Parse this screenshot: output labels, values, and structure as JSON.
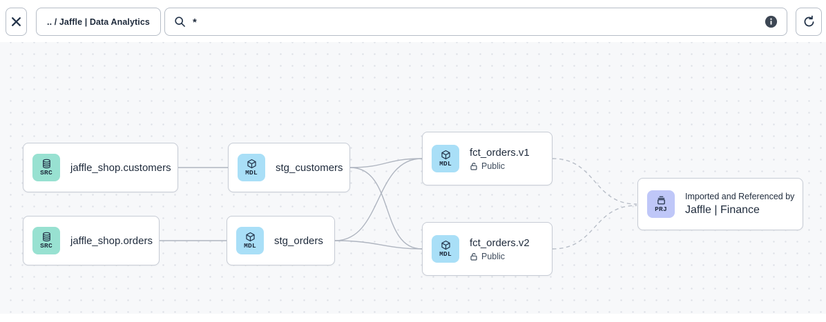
{
  "toolbar": {
    "close_icon": "x-icon",
    "breadcrumb": ".. / Jaffle | Data Analytics",
    "search": {
      "icon": "magnifier-icon",
      "value": "*",
      "info_icon": "info-icon"
    },
    "refresh_icon": "refresh-icon"
  },
  "colors": {
    "canvas_bg": "#f7f8fa",
    "canvas_dot": "#dee1e7",
    "node_border": "#c7ccd5",
    "badge_source": "#98e1d1",
    "badge_model": "#a9dff7",
    "badge_project": "#bfc7f8",
    "text_navy": "#1e2a3b",
    "edge_solid": "#afb5c0",
    "edge_dashed": "#b8bec8"
  },
  "canvas": {
    "nodes": [
      {
        "id": "source-customers",
        "badge": "SRC",
        "icon": "database-icon",
        "title": "jaffle_shop.customers"
      },
      {
        "id": "source-orders",
        "badge": "SRC",
        "icon": "database-icon",
        "title": "jaffle_shop.orders"
      },
      {
        "id": "stg-customers",
        "badge": "MDL",
        "icon": "cube-icon",
        "title": "stg_customers"
      },
      {
        "id": "stg-orders",
        "badge": "MDL",
        "icon": "cube-icon",
        "title": "stg_orders"
      },
      {
        "id": "fct-orders-v1",
        "badge": "MDL",
        "icon": "cube-icon",
        "title": "fct_orders.v1",
        "access": "Public",
        "access_icon": "lock-open-icon"
      },
      {
        "id": "fct-orders-v2",
        "badge": "MDL",
        "icon": "cube-icon",
        "title": "fct_orders.v2",
        "access": "Public",
        "access_icon": "lock-open-icon"
      },
      {
        "id": "project-finance",
        "badge": "PRJ",
        "icon": "archive-icon",
        "subtitle": "Imported and Referenced by",
        "title": "Jaffle | Finance"
      }
    ],
    "edges": [
      {
        "from": "jaffle_shop.customers",
        "to": "stg_customers",
        "style": "solid"
      },
      {
        "from": "jaffle_shop.orders",
        "to": "stg_orders",
        "style": "solid"
      },
      {
        "from": "stg_customers",
        "to": "fct_orders.v1",
        "style": "solid"
      },
      {
        "from": "stg_customers",
        "to": "fct_orders.v2",
        "style": "solid"
      },
      {
        "from": "stg_orders",
        "to": "fct_orders.v1",
        "style": "solid"
      },
      {
        "from": "stg_orders",
        "to": "fct_orders.v2",
        "style": "solid"
      },
      {
        "from": "fct_orders.v1",
        "to": "Jaffle | Finance",
        "style": "dashed"
      },
      {
        "from": "fct_orders.v2",
        "to": "Jaffle | Finance",
        "style": "dashed"
      }
    ]
  }
}
